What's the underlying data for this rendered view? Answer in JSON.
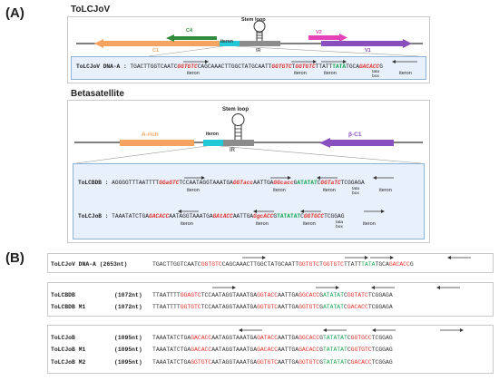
{
  "panel_a": {
    "letter": "(A)",
    "top": {
      "title": "ToLCJoV",
      "stem_loop": "Stem loop",
      "genes": {
        "c1": "C1",
        "c4": "C4",
        "v2": "V2",
        "v1": "V1"
      },
      "iteron": "iteron",
      "ir": "IR",
      "seq_label": "ToLCJoV  DNA-A :",
      "seq": [
        "TGACTTGGTCAATC",
        "GGTGTC",
        "CAGCAAACTTGGCTATGCAATT",
        "GGTGTC",
        "T",
        "GGTGTC",
        "TTATT",
        "TATA",
        "TGCA",
        "GACACC",
        "G"
      ],
      "iteron_labels": [
        "iteron",
        "iteron",
        "iteron",
        "iteron"
      ],
      "tata": "tata box",
      "colors": {
        "c1": "#f4a460",
        "c4": "#2e8b3c",
        "v2": "#e542b8",
        "v1": "#8a4fbf",
        "iteron": "#21c8d6",
        "ir": "#8c8c8c"
      }
    },
    "beta": {
      "title": "Betasatellite",
      "stem_loop": "Stem loop",
      "arich": "A-rich",
      "bc1": "β-C1",
      "iteron": "iteron",
      "ir": "IR",
      "line1_label": "ToLCBDB :",
      "line1": [
        "AGGGGTTTAATTTT",
        "GGaGTC",
        "TCCAATAGGTAAATGA",
        "GGTacc",
        "AATTGA",
        "GGcacc",
        "G",
        "ATATAT",
        "C",
        "GGTaTC",
        "TCGGAGA"
      ],
      "line2_label": "ToLCJoB :",
      "line2": [
        "TAAATATCTGA",
        "GACACC",
        "AATAGGTAAATGA",
        "GAtACC",
        "AATTGA",
        "GgcACC",
        "G",
        "TATATAT",
        "C",
        "GGTGCC",
        "TCGGAG"
      ],
      "iteron_labels": [
        "iteron",
        "iteron",
        "iteron",
        "iteron"
      ],
      "tata": "tata box"
    }
  },
  "panel_b": {
    "letter": "(B)",
    "group1": [
      {
        "name": "ToLCJoV DNA-A",
        "len": "(2653nt)",
        "parts": [
          "TGACTTGGTCAATC",
          "GGTGTC",
          "CAGCAAACTTGGCTATGCAATT",
          "GGTGTC",
          "T",
          "GGTGTC",
          "TTATT",
          "TATA",
          "TGCA",
          "GACACC",
          "G"
        ]
      }
    ],
    "group2": [
      {
        "name": "ToLCBDB",
        "len": "(1072nt)",
        "parts": [
          "TTAATTTT",
          "GGAGTC",
          "TCCAATAGGTAAATGA",
          "GGTACC",
          "AATTGA",
          "GGCACC",
          "G",
          "ATATAT",
          "C",
          "GGTATC",
          "TCGGAGA"
        ]
      },
      {
        "name": "ToLCBDB M1",
        "len": "(1072nt)",
        "parts": [
          "TTAATTTT",
          "GGTGTC",
          "TCCAATAGGTAAATGA",
          "GGTGTC",
          "AATTGA",
          "GGTGTC",
          "G",
          "ATATAT",
          "C",
          "GACACC",
          "TCGGAGA"
        ]
      }
    ],
    "group3": [
      {
        "name": "ToLCJoB",
        "len": "(1095nt)",
        "parts": [
          "TAAATATCTGA",
          "GACACC",
          "AATAGGTAAATGA",
          "GATACC",
          "AATTGA",
          "GGCACC",
          "G",
          "TATATAT",
          "C",
          "GGTGCC",
          "TCGGAG"
        ]
      },
      {
        "name": "ToLCJoB M1",
        "len": "(1095nt)",
        "parts": [
          "TAAATATCTGA",
          "GACACC",
          "AATAGGTAAATGA",
          "GACACC",
          "AATTGA",
          "GACACC",
          "G",
          "TATATAT",
          "C",
          "GGTGTC",
          "TCGGAG"
        ]
      },
      {
        "name": "ToLCJoB M2",
        "len": "(1095nt)",
        "parts": [
          "TAAATATCTGA",
          "GGTGTC",
          "AATAGGTAAATGA",
          "GGTGTC",
          "AATTGA",
          "GGTGTC",
          "G",
          "TATATAT",
          "C",
          "GACACC",
          "TCGGAG"
        ]
      }
    ]
  }
}
